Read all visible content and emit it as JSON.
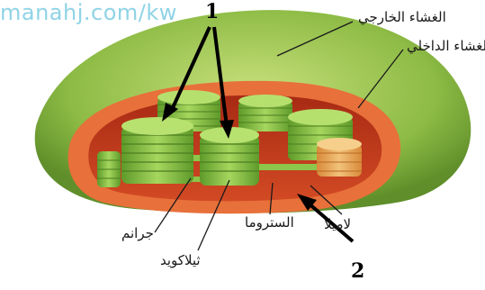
{
  "watermark": "manahj.com/kw",
  "markers": {
    "one": "1",
    "two": "2"
  },
  "labels": {
    "outer_membrane": "الغشاء الخارجي",
    "inner_membrane": "الغشاء الداخلي",
    "granum": "جرانم",
    "stroma": "الستروما",
    "lamella": "لاميلا",
    "thylakoid": "ثيلاكويد"
  },
  "colors": {
    "outer_green": "#8dbb45",
    "inner_orange": "#e8703a",
    "stroma_red": "#c23a1e",
    "thylakoid_green": "#7fbf3e",
    "arrow": "#000000"
  }
}
